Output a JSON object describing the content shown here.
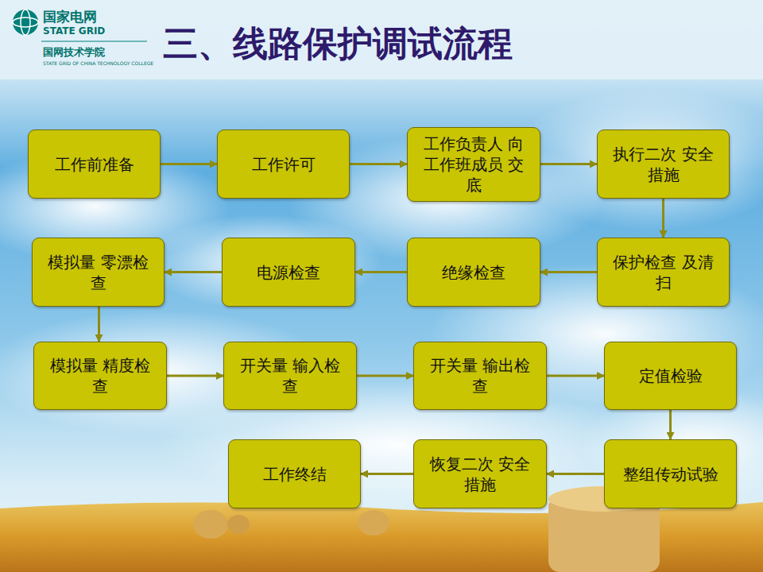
{
  "diagram": {
    "title": "三、线路保护调试流程",
    "nodes": [
      {
        "text": [
          "工作前准备"
        ]
      },
      {
        "text": [
          "工作许可"
        ]
      },
      {
        "text": [
          "工作负责人 向工作班成员 交底"
        ]
      },
      {
        "text": [
          "执行二次 安全措施"
        ]
      },
      {
        "text": [
          "模拟量 零漂检查"
        ]
      },
      {
        "text": [
          "电源检查"
        ]
      },
      {
        "text": [
          "绝缘检查"
        ]
      },
      {
        "text": [
          "保护检查 及清扫"
        ]
      },
      {
        "text": [
          "模拟量 精度检查"
        ]
      },
      {
        "text": [
          "开关量 输入检查"
        ]
      },
      {
        "text": [
          "开关量 输出检查"
        ]
      },
      {
        "text": [
          "定值检验"
        ]
      },
      {
        "text": [
          "工作终结"
        ]
      },
      {
        "text": [
          "恢复二次 安全措施"
        ]
      },
      {
        "text": [
          "整组传动试验"
        ]
      }
    ],
    "edges": [
      {
        "from": 0,
        "to": 1,
        "arrow": "to"
      },
      {
        "from": 1,
        "to": 2,
        "arrow": "to"
      },
      {
        "from": 2,
        "to": 3,
        "arrow": "to"
      },
      {
        "from": 3,
        "to": 7,
        "arrow": "to"
      },
      {
        "from": 7,
        "to": 6,
        "arrow": "to"
      },
      {
        "from": 6,
        "to": 5,
        "arrow": "to"
      },
      {
        "from": 5,
        "to": 4,
        "arrow": "to"
      },
      {
        "from": 4,
        "to": 8,
        "arrow": "to"
      },
      {
        "from": 8,
        "to": 9,
        "arrow": "to"
      },
      {
        "from": 9,
        "to": 10,
        "arrow": "to"
      },
      {
        "from": 10,
        "to": 11,
        "arrow": "to"
      },
      {
        "from": 11,
        "to": 14,
        "arrow": "to"
      },
      {
        "from": 14,
        "to": 13,
        "arrow": "to"
      },
      {
        "from": 13,
        "to": 12,
        "arrow": "to"
      }
    ],
    "labels": [
      "国家电网",
      "STATE GRID",
      "国网技术学院",
      "STATE GRID OF CHINA TECHNOLOGY COLLEGE"
    ]
  }
}
